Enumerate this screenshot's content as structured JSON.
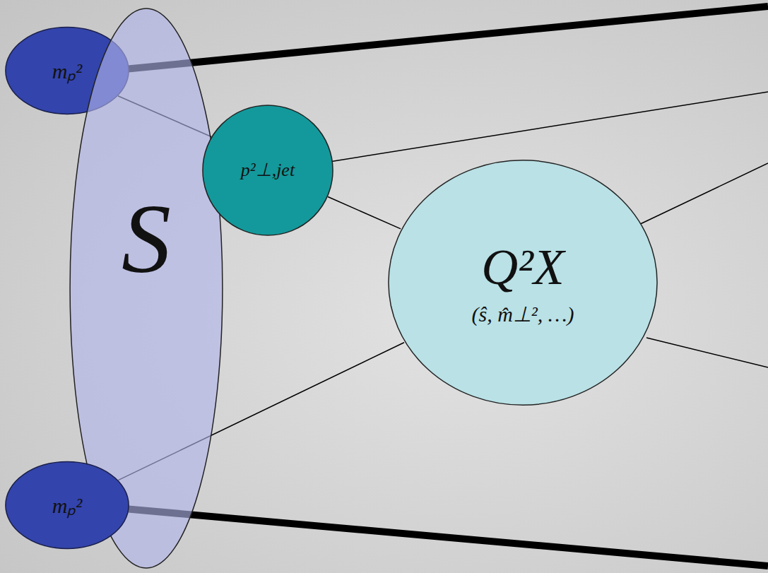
{
  "diagram": {
    "nodes": [
      {
        "text": [
          "mₚ²"
        ]
      },
      {
        "text": [
          "S"
        ]
      },
      {
        "text": [
          "p²⊥,jet"
        ]
      },
      {
        "text": [
          "Q²X",
          "(ŝ, m̂⊥², …)"
        ]
      },
      {
        "text": [
          "mₚ²"
        ]
      }
    ],
    "edges": [
      {
        "from": 0,
        "to": 2,
        "arrow": "none"
      },
      {
        "from": 2,
        "to": 3,
        "arrow": "none"
      },
      {
        "from": 4,
        "to": 3,
        "arrow": "none"
      }
    ]
  }
}
